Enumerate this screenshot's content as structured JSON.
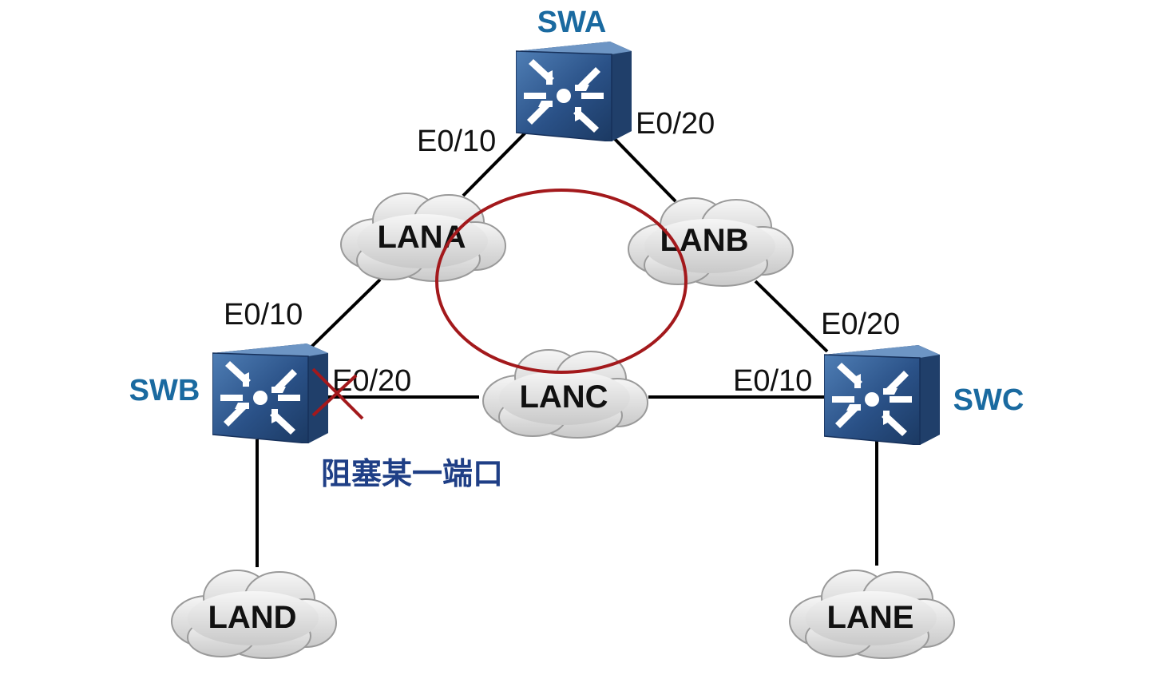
{
  "colors": {
    "switch_label": "#1a6aa0",
    "link": "#000000",
    "ring": "#a3191c",
    "block_mark": "#a3191c",
    "note": "#1f3f86",
    "switch_face": "#2a4f80",
    "switch_side": "#19345c",
    "cloud_fill": "#e3e3e3"
  },
  "switches": [
    {
      "id": "swa",
      "label": "SWA",
      "icon": "network-switch-icon"
    },
    {
      "id": "swb",
      "label": "SWB",
      "icon": "network-switch-icon"
    },
    {
      "id": "swc",
      "label": "SWC",
      "icon": "network-switch-icon"
    }
  ],
  "lans": [
    {
      "id": "lana",
      "label": "LANA",
      "icon": "cloud-icon"
    },
    {
      "id": "lanb",
      "label": "LANB",
      "icon": "cloud-icon"
    },
    {
      "id": "lanc",
      "label": "LANC",
      "icon": "cloud-icon"
    },
    {
      "id": "land",
      "label": "LAND",
      "icon": "cloud-icon"
    },
    {
      "id": "lane",
      "label": "LANE",
      "icon": "cloud-icon"
    }
  ],
  "ports": {
    "swa_to_lana": "E0/10",
    "swa_to_lanb": "E0/20",
    "swb_to_lana": "E0/10",
    "swb_to_lanc": "E0/20",
    "swc_to_lanb": "E0/20",
    "swc_to_lanc": "E0/10"
  },
  "links": [
    {
      "from": "swa",
      "to": "lana"
    },
    {
      "from": "swa",
      "to": "lanb"
    },
    {
      "from": "lana",
      "to": "swb"
    },
    {
      "from": "lanb",
      "to": "swc"
    },
    {
      "from": "swb",
      "to": "lanc"
    },
    {
      "from": "lanc",
      "to": "swc"
    },
    {
      "from": "swb",
      "to": "land"
    },
    {
      "from": "swc",
      "to": "lane"
    }
  ],
  "blocked_port": {
    "switch": "swb",
    "port": "E0/20",
    "icon": "x-mark-icon"
  },
  "loop_icon": "loop-ring-icon",
  "annotation": "阻塞某一端口"
}
